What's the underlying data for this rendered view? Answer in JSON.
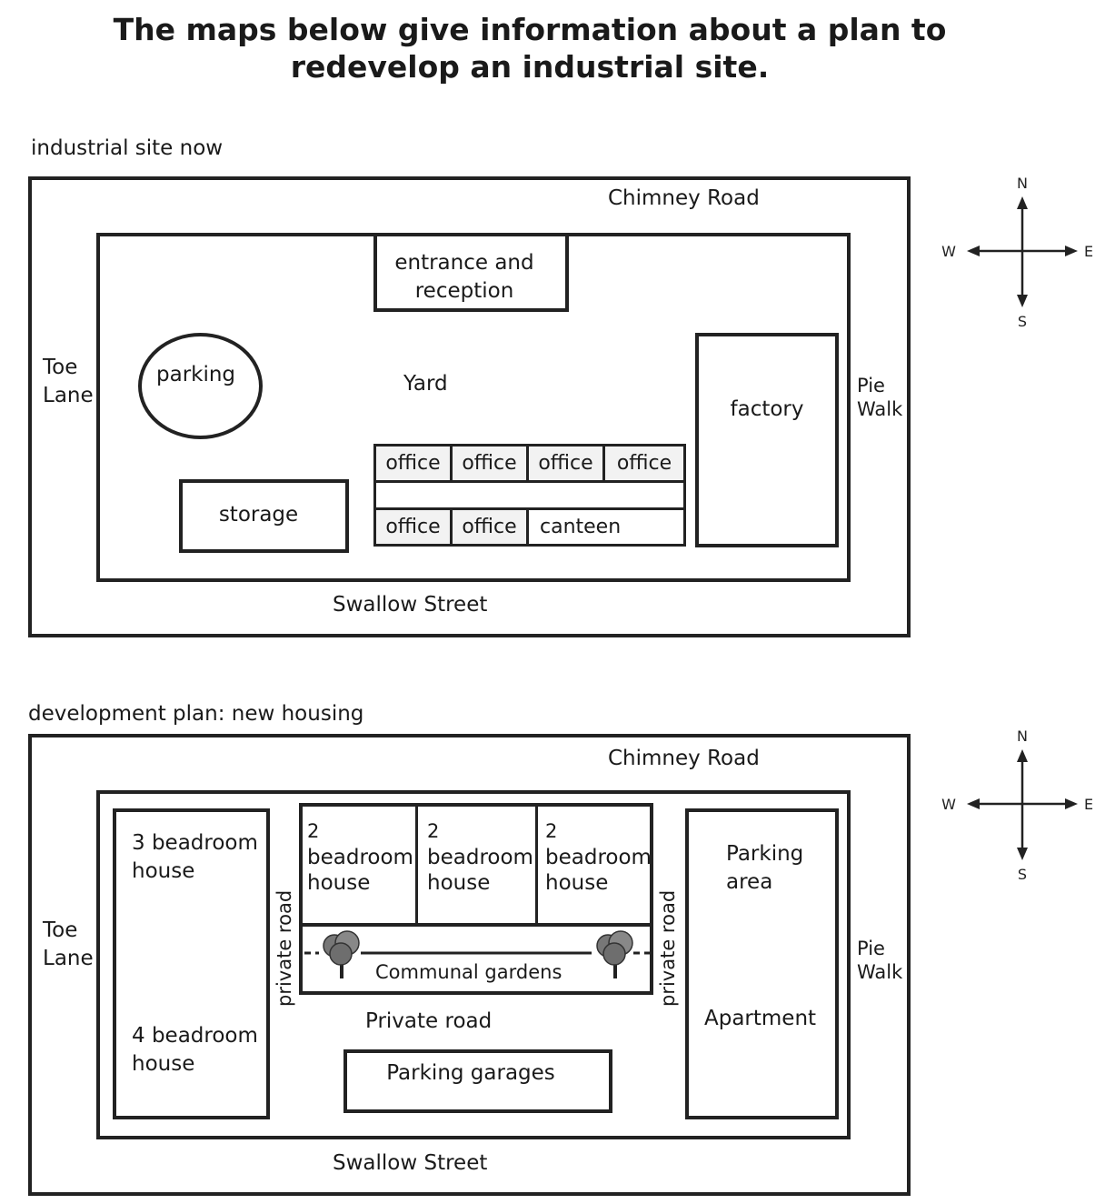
{
  "title": {
    "line1": "The maps below give information about a plan to",
    "line2": "redevelop an industrial site."
  },
  "compass": {
    "n": "N",
    "s": "S",
    "e": "E",
    "w": "W"
  },
  "map1": {
    "caption": "industrial site now",
    "roads": {
      "north": "Chimney Road",
      "south": "Swallow Street",
      "west_line1": "Toe",
      "west_line2": "Lane",
      "east_line1": "Pie",
      "east_line2": "Walk"
    },
    "entrance_line1": "entrance and",
    "entrance_line2": "reception",
    "parking": "parking",
    "yard": "Yard",
    "storage": "storage",
    "factory": "factory",
    "offices_top": [
      "office",
      "office",
      "office",
      "office"
    ],
    "offices_bottom": [
      "office",
      "office"
    ],
    "canteen": "canteen"
  },
  "map2": {
    "caption": "development plan: new housing",
    "roads": {
      "north": "Chimney Road",
      "south": "Swallow Street",
      "west_line1": "Toe",
      "west_line2": "Lane",
      "east_line1": "Pie",
      "east_line2": "Walk"
    },
    "house3_line1": "3 beadroom",
    "house3_line2": "house",
    "house4_line1": "4 beadroom",
    "house4_line2": "house",
    "private_road_west": "private road",
    "private_road_east": "private road",
    "two_bed_houses": [
      {
        "l1": "2",
        "l2": "beadroom",
        "l3": "house"
      },
      {
        "l1": "2",
        "l2": "beadroom",
        "l3": "house"
      },
      {
        "l1": "2",
        "l2": "beadroom",
        "l3": "house"
      }
    ],
    "communal_gardens": "Communal gardens",
    "private_road_south": "Private road",
    "parking_garages": "Parking garages",
    "parking_area_line1": "Parking",
    "parking_area_line2": "area",
    "apartment": "Apartment"
  }
}
